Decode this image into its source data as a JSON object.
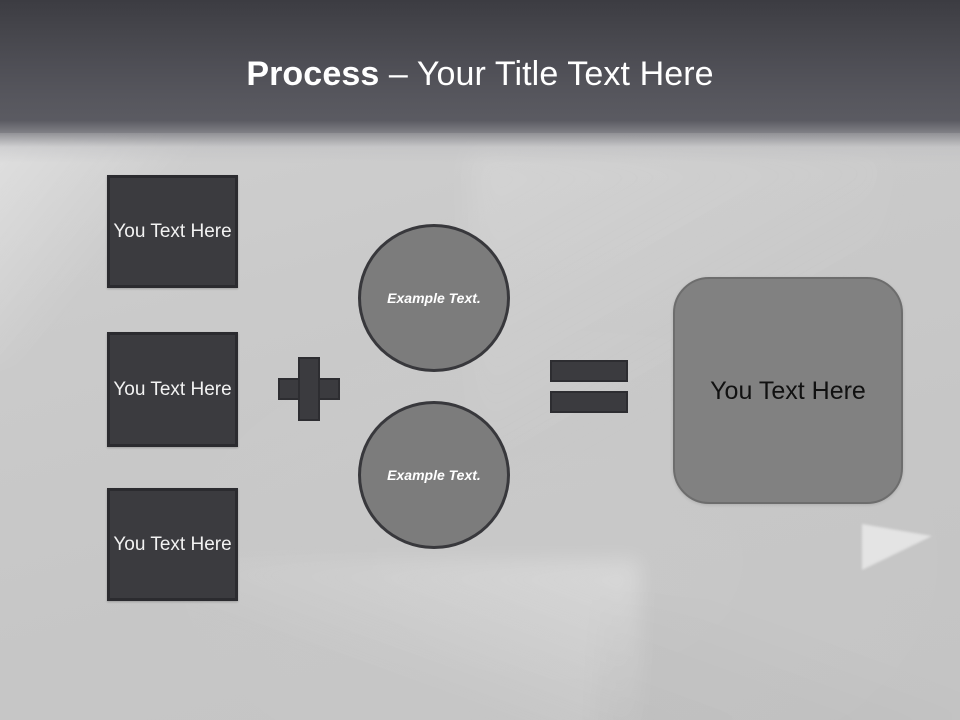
{
  "slide": {
    "title": {
      "bold_part": "Process",
      "rest_part": " – Your Title Text Here"
    },
    "colors": {
      "header_top": "#3c3c42",
      "header_bottom": "#5d5d64",
      "background": "#c9c9c9",
      "box_fill": "#3b3b3f",
      "box_border": "#2b2b2f",
      "circle_fill": "#7c7c7c",
      "circle_border": "#38383c",
      "result_fill": "#818181",
      "result_border": "#6d6d6d",
      "operator_fill": "#3b3b3f",
      "title_text": "#ffffff",
      "box_text": "#f2f2f2",
      "circle_text": "#ffffff",
      "result_text": "#111111"
    },
    "input_boxes": [
      {
        "label": "You Text Here"
      },
      {
        "label": "You Text Here"
      },
      {
        "label": "You Text Here"
      }
    ],
    "operators": {
      "plus": "+",
      "equals": "="
    },
    "circles": [
      {
        "label": "Example Text."
      },
      {
        "label": "Example Text."
      }
    ],
    "result": {
      "label": "You Text Here"
    }
  }
}
